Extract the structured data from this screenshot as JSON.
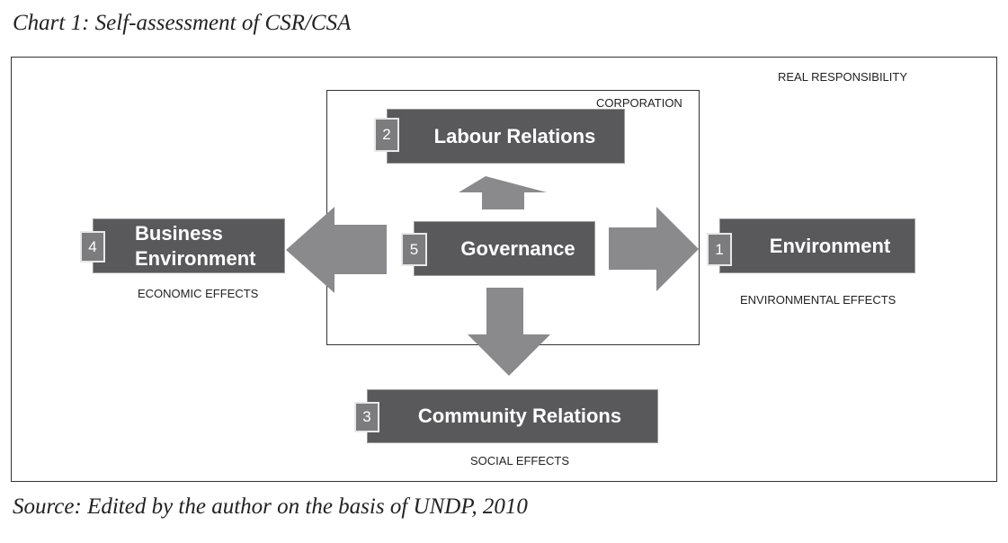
{
  "title": "Chart 1: Self-assessment of CSR/CSA",
  "source": "Source: Edited by the author on the basis of UNDP, 2010",
  "labels": {
    "real_responsibility": "REAL RESPONSIBILITY",
    "corporation": "CORPORATION",
    "economic_effects": "ECONOMIC EFFECTS",
    "environmental_effects": "ENVIRONMENTAL EFFECTS",
    "social_effects": "SOCIAL EFFECTS"
  },
  "nodes": {
    "environment": {
      "num": "1",
      "label": "Environment"
    },
    "labour": {
      "num": "2",
      "label": "Labour Relations"
    },
    "community": {
      "num": "3",
      "label": "Community Relations"
    },
    "business_line1": "Business",
    "business_line2": "Environment",
    "business_num": "4",
    "governance": {
      "num": "5",
      "label": "Governance"
    }
  },
  "colors": {
    "box": "#59595b",
    "number_box": "#7c7c7e",
    "arrow": "#8a8a8c"
  }
}
